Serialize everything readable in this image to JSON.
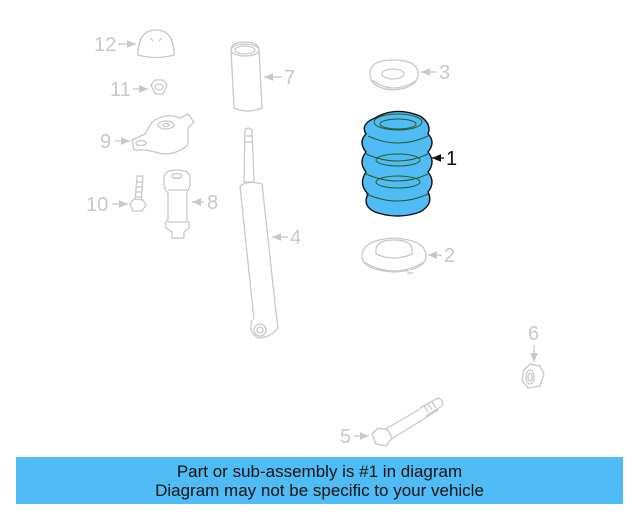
{
  "diagram": {
    "highlight_color": "#4fbcf5",
    "faded_color": "#c8c8c8",
    "parts": [
      {
        "number": "1",
        "name": "coil-spring",
        "highlighted": true
      },
      {
        "number": "2",
        "name": "lower-spring-seat",
        "highlighted": false
      },
      {
        "number": "3",
        "name": "upper-spring-seat",
        "highlighted": false
      },
      {
        "number": "4",
        "name": "shock-absorber",
        "highlighted": false
      },
      {
        "number": "5",
        "name": "bolt",
        "highlighted": false
      },
      {
        "number": "6",
        "name": "nut",
        "highlighted": false
      },
      {
        "number": "7",
        "name": "dust-boot",
        "highlighted": false
      },
      {
        "number": "8",
        "name": "bump-stop",
        "highlighted": false
      },
      {
        "number": "9",
        "name": "upper-mount",
        "highlighted": false
      },
      {
        "number": "10",
        "name": "mount-bolt",
        "highlighted": false
      },
      {
        "number": "11",
        "name": "mount-nut",
        "highlighted": false
      },
      {
        "number": "12",
        "name": "dust-cap",
        "highlighted": false
      }
    ]
  },
  "banner": {
    "line1": "Part or sub-assembly is #1 in diagram",
    "line2": "Diagram may not be specific to your vehicle",
    "background": "#4fbcf5"
  }
}
